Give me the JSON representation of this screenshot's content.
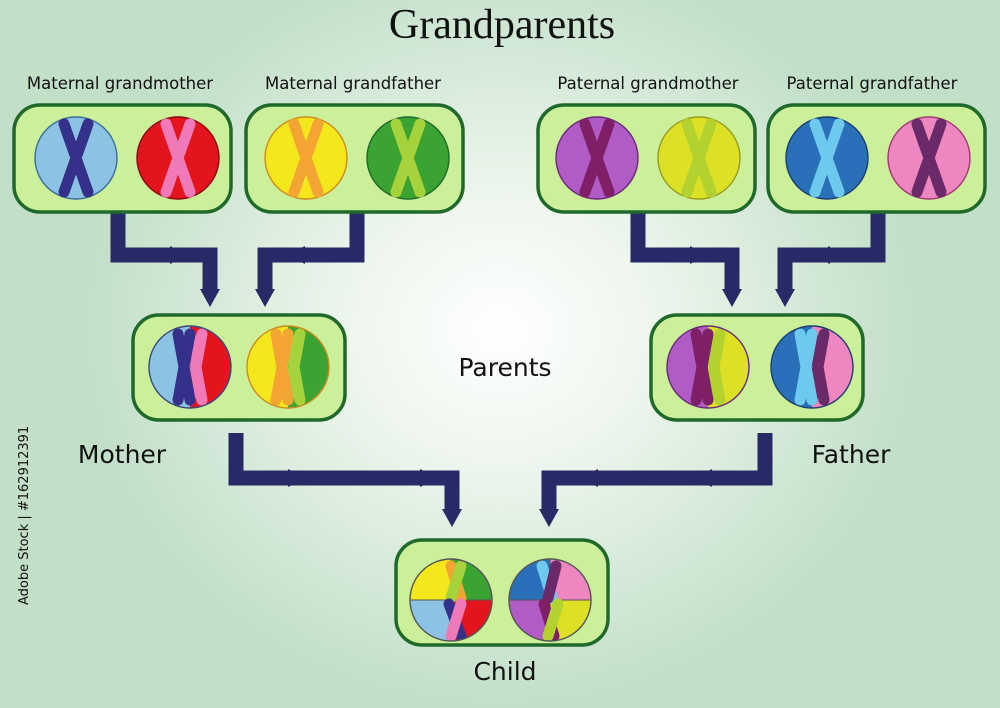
{
  "title": "Grandparents",
  "labels": {
    "maternal_grandmother": "Maternal grandmother",
    "maternal_grandfather": "Maternal grandfather",
    "paternal_grandmother": "Paternal grandmother",
    "paternal_grandfather": "Paternal grandfather",
    "parents": "Parents",
    "mother": "Mother",
    "father": "Father",
    "child": "Child"
  },
  "watermark": "Adobe Stock | #162912391",
  "colors": {
    "box_fill": "#ccef9a",
    "box_border": "#1f6a2a",
    "arrow": "#272a66",
    "mat_gm_bg": "#8cc3e5",
    "mat_gm_chrom": "#35308a",
    "mat_gf_bg": "#e3141c",
    "mat_gf_chrom": "#f07ab8",
    "mat2_gm_bg": "#f4e71c",
    "mat2_gm_chrom": "#f3a534",
    "mat2_gf_bg": "#3aa332",
    "mat2_gf_chrom": "#a6d33b",
    "pat_gm_bg": "#b05bc6",
    "pat_gm_chrom": "#7e1f68",
    "pat_gf_bg": "#dde126",
    "pat_gf_chrom": "#b3d230",
    "pat2_gm_bg": "#2a70b8",
    "pat2_gm_chrom": "#6ec9ee",
    "pat2_gf_bg": "#ee86bf",
    "pat2_gf_chrom": "#6a2a6a"
  },
  "icons": [
    "chromosome-icon",
    "arrow-icon"
  ]
}
